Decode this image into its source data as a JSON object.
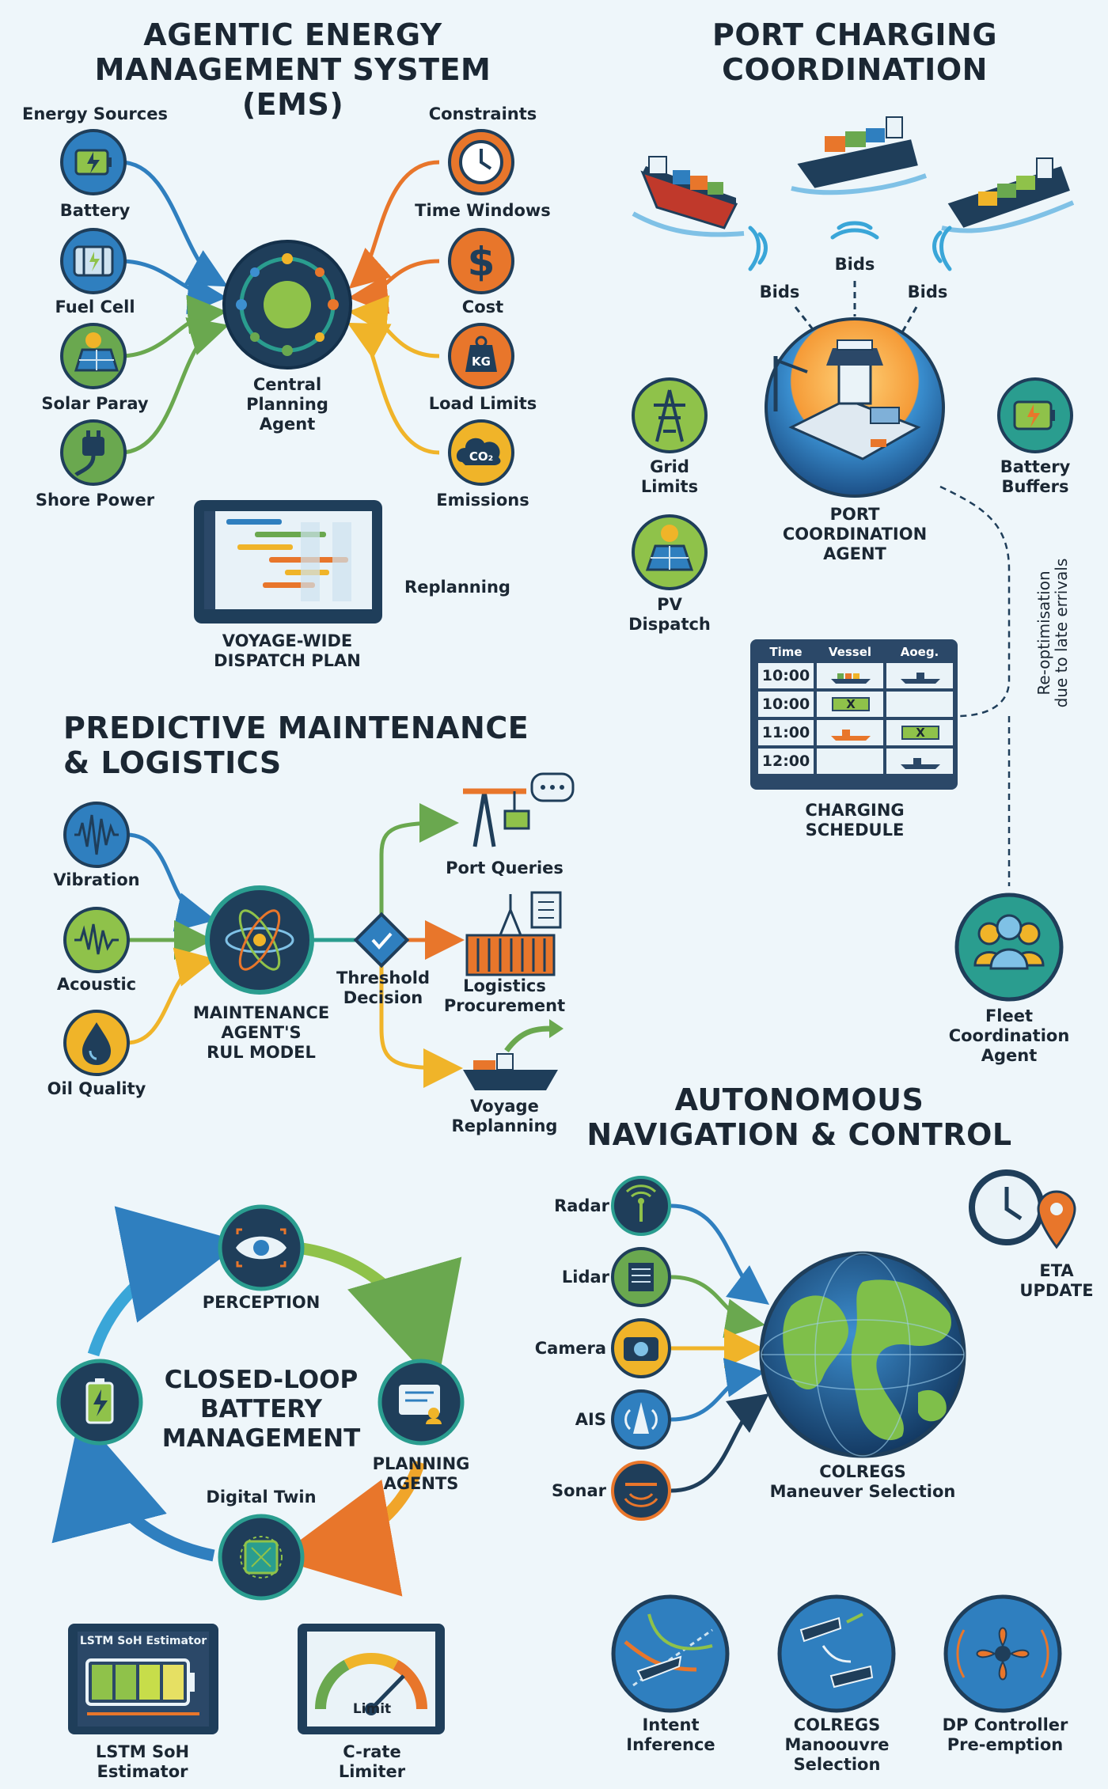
{
  "ems": {
    "title": "AGENTIC ENERGY\nMANAGEMENT SYSTEM (EMS)",
    "sources_heading": "Energy Sources",
    "constraints_heading": "Constraints",
    "sources": [
      "Battery",
      "Fuel Cell",
      "Solar Paray",
      "Shore Power"
    ],
    "constraints": [
      "Time Windows",
      "Cost",
      "Load Limits",
      "Emissions"
    ],
    "center": "Central\nPlanning\nAgent",
    "plan_label": "VOYAGE-WIDE\nDISPATCH PLAN",
    "replanning": "Replanning",
    "cost_glyph": "$",
    "kg_glyph": "KG",
    "co2_glyph": "CO₂"
  },
  "port": {
    "title": "PORT CHARGING\nCOORDINATION",
    "bids": [
      "Bids",
      "Bids",
      "Bids"
    ],
    "grid": "Grid\nLimits",
    "pv": "PV\nDispatch",
    "battery": "Battery\nBuffers",
    "agent": "PORT\nCOORDINATION\nAGENT",
    "reopt": "Re-optimisation\ndue to late errivals",
    "schedule_label": "CHARGING\nSCHEDULE",
    "schedule_headers": [
      "Time",
      "Vessel",
      "Aoeg."
    ],
    "schedule_times": [
      "10:00",
      "10:00",
      "11:00",
      "12:00"
    ],
    "mark": "X",
    "fleet": "Fleet\nCoordination\nAgent"
  },
  "maint": {
    "title": "PREDICTIVE MAINTENANCE\n& LOGISTICS",
    "inputs": [
      "Vibration",
      "Acoustic",
      "Oil Quality"
    ],
    "agent": "MAINTENANCE\nAGENT'S\nRUL MODEL",
    "decision": "Threshold\nDecision",
    "outputs": [
      "Port Queries",
      "Logistics\nProcurement",
      "Voyage\nReplanning"
    ]
  },
  "battery": {
    "title": "CLOSED-LOOP\nBATTERY\nMANAGEMENT",
    "perception": "PERCEPTION",
    "planning": "PLANNING\nAGENTS",
    "twin": "Digital Twin",
    "lstm_screen": "LSTM SoH Estimator",
    "lstm_label": "LSTM SoH\nEstimator",
    "limit": "Limit",
    "crate": "C-rate\nLimiter"
  },
  "nav": {
    "title": "AUTONOMOUS\nNAVIGATION & CONTROL",
    "sensors": [
      "Radar",
      "Lidar",
      "Camera",
      "AIS",
      "Sonar"
    ],
    "globe": "COLREGS\nManeuver Selection",
    "eta": "ETA\nUPDATE",
    "bottom": [
      "Intent\nInference",
      "COLREGS\nManoouvre\nSelection",
      "DP Controller\nPre-emption"
    ]
  },
  "colors": {
    "green": "#6aa84f",
    "blue": "#2f7fbf",
    "orange": "#e8762b",
    "yellow": "#f0b429",
    "navy": "#1f3e5a",
    "teal": "#2a9d8f"
  }
}
